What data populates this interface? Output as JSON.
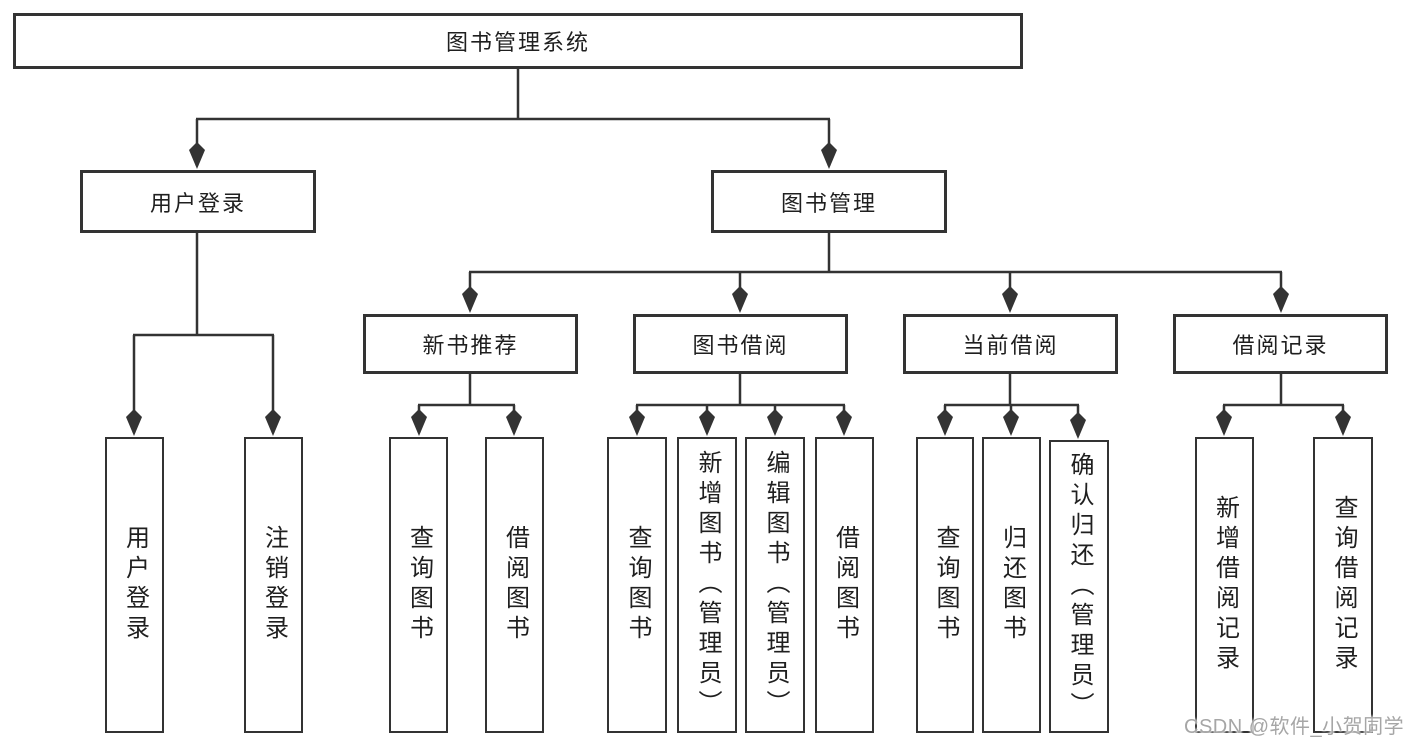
{
  "colors": {
    "line": "#333333",
    "box_border": "#333333",
    "box_background": "#ffffff",
    "text": "#1f1f1f",
    "watermark": "#a6a6a6",
    "background": "#ffffff"
  },
  "watermark": {
    "text": "CSDN @软件_小贺同学"
  },
  "tree": {
    "root": {
      "label": "图书管理系统"
    },
    "branches": [
      {
        "label": "用户登录",
        "children": [
          {
            "label": "用户登录"
          },
          {
            "label": "注销登录"
          }
        ]
      },
      {
        "label": "图书管理",
        "children": [
          {
            "label": "新书推荐",
            "children": [
              {
                "label": "查询图书"
              },
              {
                "label": "借阅图书"
              }
            ]
          },
          {
            "label": "图书借阅",
            "children": [
              {
                "label": "查询图书"
              },
              {
                "label": "新增图书（管理员）"
              },
              {
                "label": "编辑图书（管理员）"
              },
              {
                "label": "借阅图书"
              }
            ]
          },
          {
            "label": "当前借阅",
            "children": [
              {
                "label": "查询图书"
              },
              {
                "label": "归还图书"
              },
              {
                "label": "确认归还（管理员）"
              }
            ]
          },
          {
            "label": "借阅记录",
            "children": [
              {
                "label": "新增借阅记录"
              },
              {
                "label": "查询借阅记录"
              }
            ]
          }
        ]
      }
    ]
  }
}
